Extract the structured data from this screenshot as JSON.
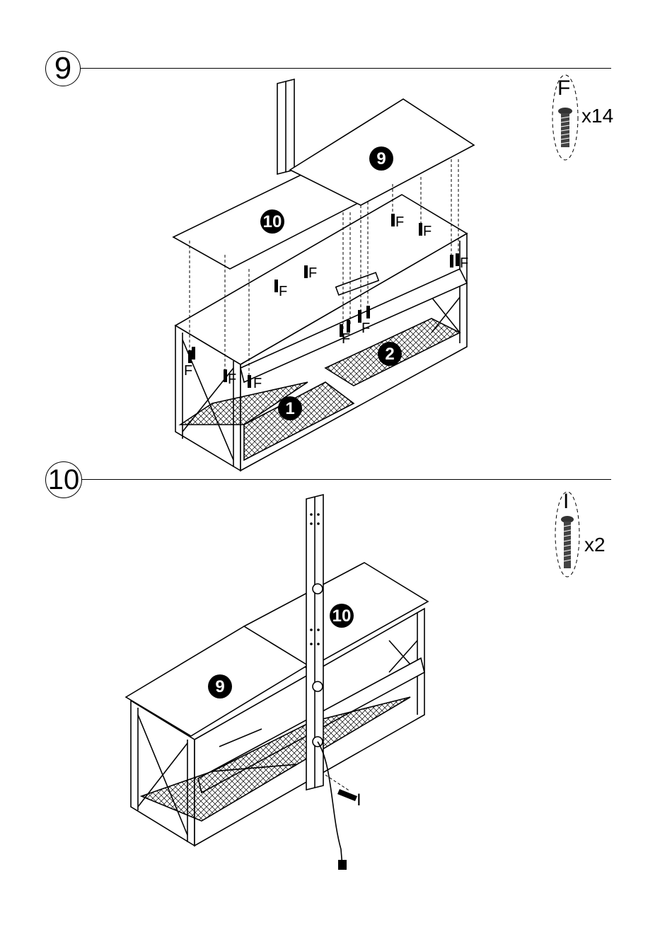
{
  "steps": [
    {
      "number": "9",
      "hardware": {
        "letter": "F",
        "quantity": "x14"
      },
      "panels": {
        "top_left": "10",
        "top_right": "9",
        "shelf_front": "1",
        "shelf_back": "2"
      },
      "screw_label": "F"
    },
    {
      "number": "10",
      "hardware": {
        "letter": "I",
        "quantity": "x2"
      },
      "panels": {
        "post": "10",
        "top": "9"
      },
      "screw_label": "I"
    }
  ]
}
